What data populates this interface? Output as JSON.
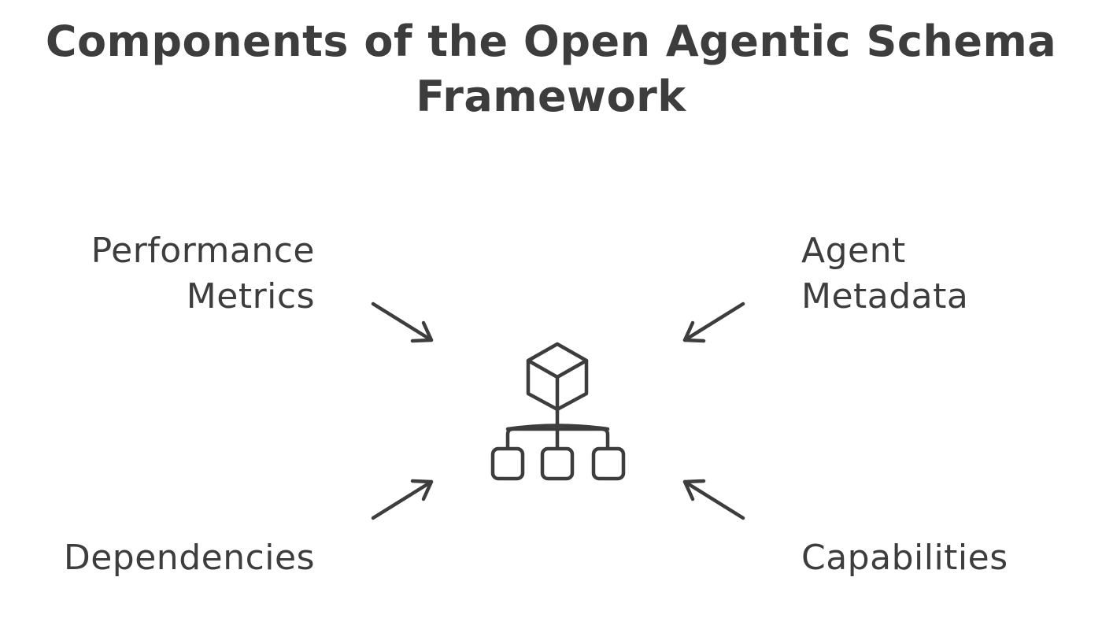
{
  "title": {
    "line1": "Components of the Open Agentic Schema",
    "line2": "Framework"
  },
  "components": {
    "performance_metrics": {
      "line1": "Performance",
      "line2": "Metrics"
    },
    "agent_metadata": {
      "line1": "Agent",
      "line2": "Metadata"
    },
    "dependencies": {
      "line1": "Dependencies"
    },
    "capabilities": {
      "line1": "Capabilities"
    }
  },
  "center_icon": "cube-hierarchy-icon",
  "colors": {
    "ink": "#3d3d3d",
    "background": "#ffffff"
  }
}
